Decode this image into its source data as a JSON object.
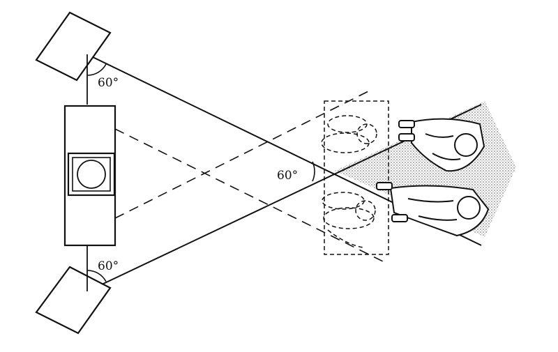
{
  "diagram": {
    "angle_labels": {
      "top_speaker": "60°",
      "listening_point": "60°",
      "bottom_speaker": "60°"
    },
    "elements": [
      "speaker-top",
      "speaker-bottom",
      "center-cabinet",
      "tv-screen",
      "listener-zone-shaded",
      "listener-seated-top",
      "listener-seated-bottom",
      "alternate-listeners-dashed"
    ],
    "colors": {
      "ink": "#111111",
      "shade": "#8a8a8a",
      "background": "#ffffff"
    }
  }
}
